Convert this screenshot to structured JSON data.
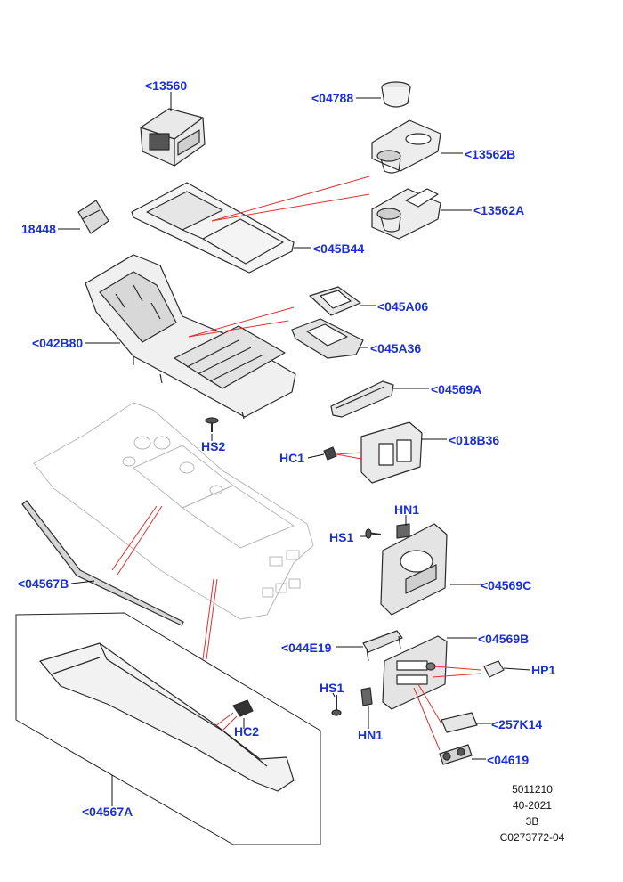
{
  "colors": {
    "label": "#1a2fd6",
    "callout": "#e03030",
    "part": "#2b2b2b",
    "ghost": "#b8b8b8"
  },
  "labels": {
    "p13560": "<13560",
    "p04788": "<04788",
    "p13562B": "<13562B",
    "p13562A": "<13562A",
    "p18448": "18448",
    "p045B44": "<045B44",
    "p045A06": "<045A06",
    "p042B80": "<042B80",
    "p045A36": "<045A36",
    "p04569A": "<04569A",
    "pHS2": "HS2",
    "p018B36": "<018B36",
    "pHC1": "HC1",
    "pHN1top": "HN1",
    "pHS1top": "HS1",
    "p04567B": "<04567B",
    "p04569C": "<04569C",
    "p044E19": "<044E19",
    "p04569B": "<04569B",
    "pHP1": "HP1",
    "pHS1bot": "HS1",
    "p257K14": "<257K14",
    "pHC2": "HC2",
    "pHN1bot": "HN1",
    "p04619": "<04619",
    "p04567A": "<04567A"
  },
  "reference": {
    "line1": "5011210",
    "line2": "40-2021",
    "line3": "3B",
    "line4": "C0273772-04"
  }
}
